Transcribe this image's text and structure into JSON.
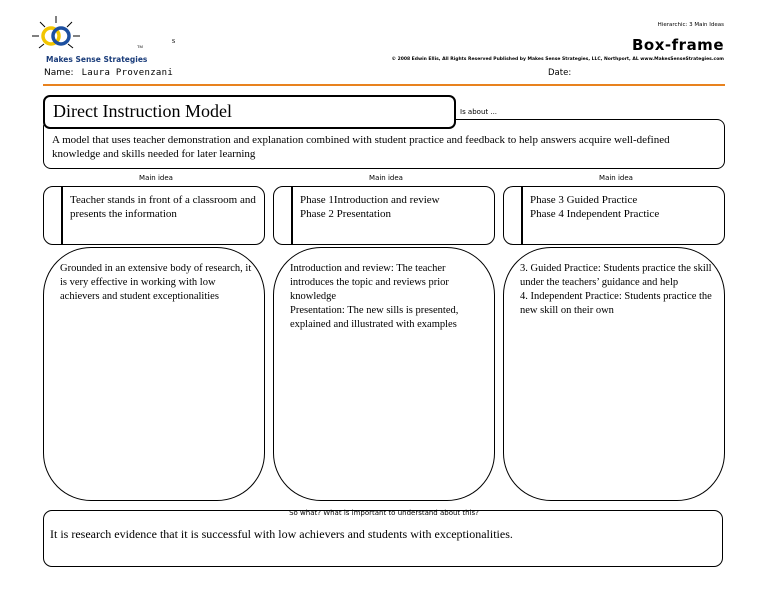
{
  "header": {
    "brand": "Makes Sense Strategies",
    "tm": "TM",
    "stray_mark": "s",
    "hierarchic": "Hierarchic: 3 Main Ideas",
    "form_title": "Box-frame",
    "copyright": "© 2008 Edwin Ellis, All Rights Reserved   Published by Makes Sense Strategies, LLC, Northport, AL   www.MakesSenseStrategies.com",
    "name_label": "Name:",
    "name_value": "Laura Provenzani",
    "date_label": "Date:"
  },
  "topic": {
    "title": "Direct Instruction Model",
    "is_about_label": "Is about ...",
    "is_about_text": "A model that uses teacher demonstration and explanation combined with student practice and feedback to help answers acquire well-defined knowledge and skills needed for later learning"
  },
  "columns": [
    {
      "label": "Main idea",
      "main_idea": "Teacher stands in front of a classroom and presents the information",
      "details": "Grounded in an extensive body of research, it is very effective in working with low achievers and student exceptionalities"
    },
    {
      "label": "Main idea",
      "main_idea": "Phase 1Introduction and review\nPhase 2 Presentation",
      "details": "Introduction and review: The teacher introduces the topic and reviews prior knowledge\nPresentation: The new sills is presented, explained and illustrated with examples"
    },
    {
      "label": "Main idea",
      "main_idea": "Phase 3 Guided Practice\nPhase 4 Independent Practice",
      "details": "3. Guided Practice: Students practice the skill under the teachers’ guidance and help\n4. Independent Practice: Students practice the new skill on their own"
    }
  ],
  "so_what": {
    "label": "So what? What is important to understand about this?",
    "text": "It is research evidence that it is successful with low achievers and students with exceptionalities."
  },
  "colors": {
    "rule": "#e8821e",
    "brand": "#1a3c7a",
    "logo_yellow": "#f2c500",
    "logo_blue": "#1c4fa0"
  }
}
